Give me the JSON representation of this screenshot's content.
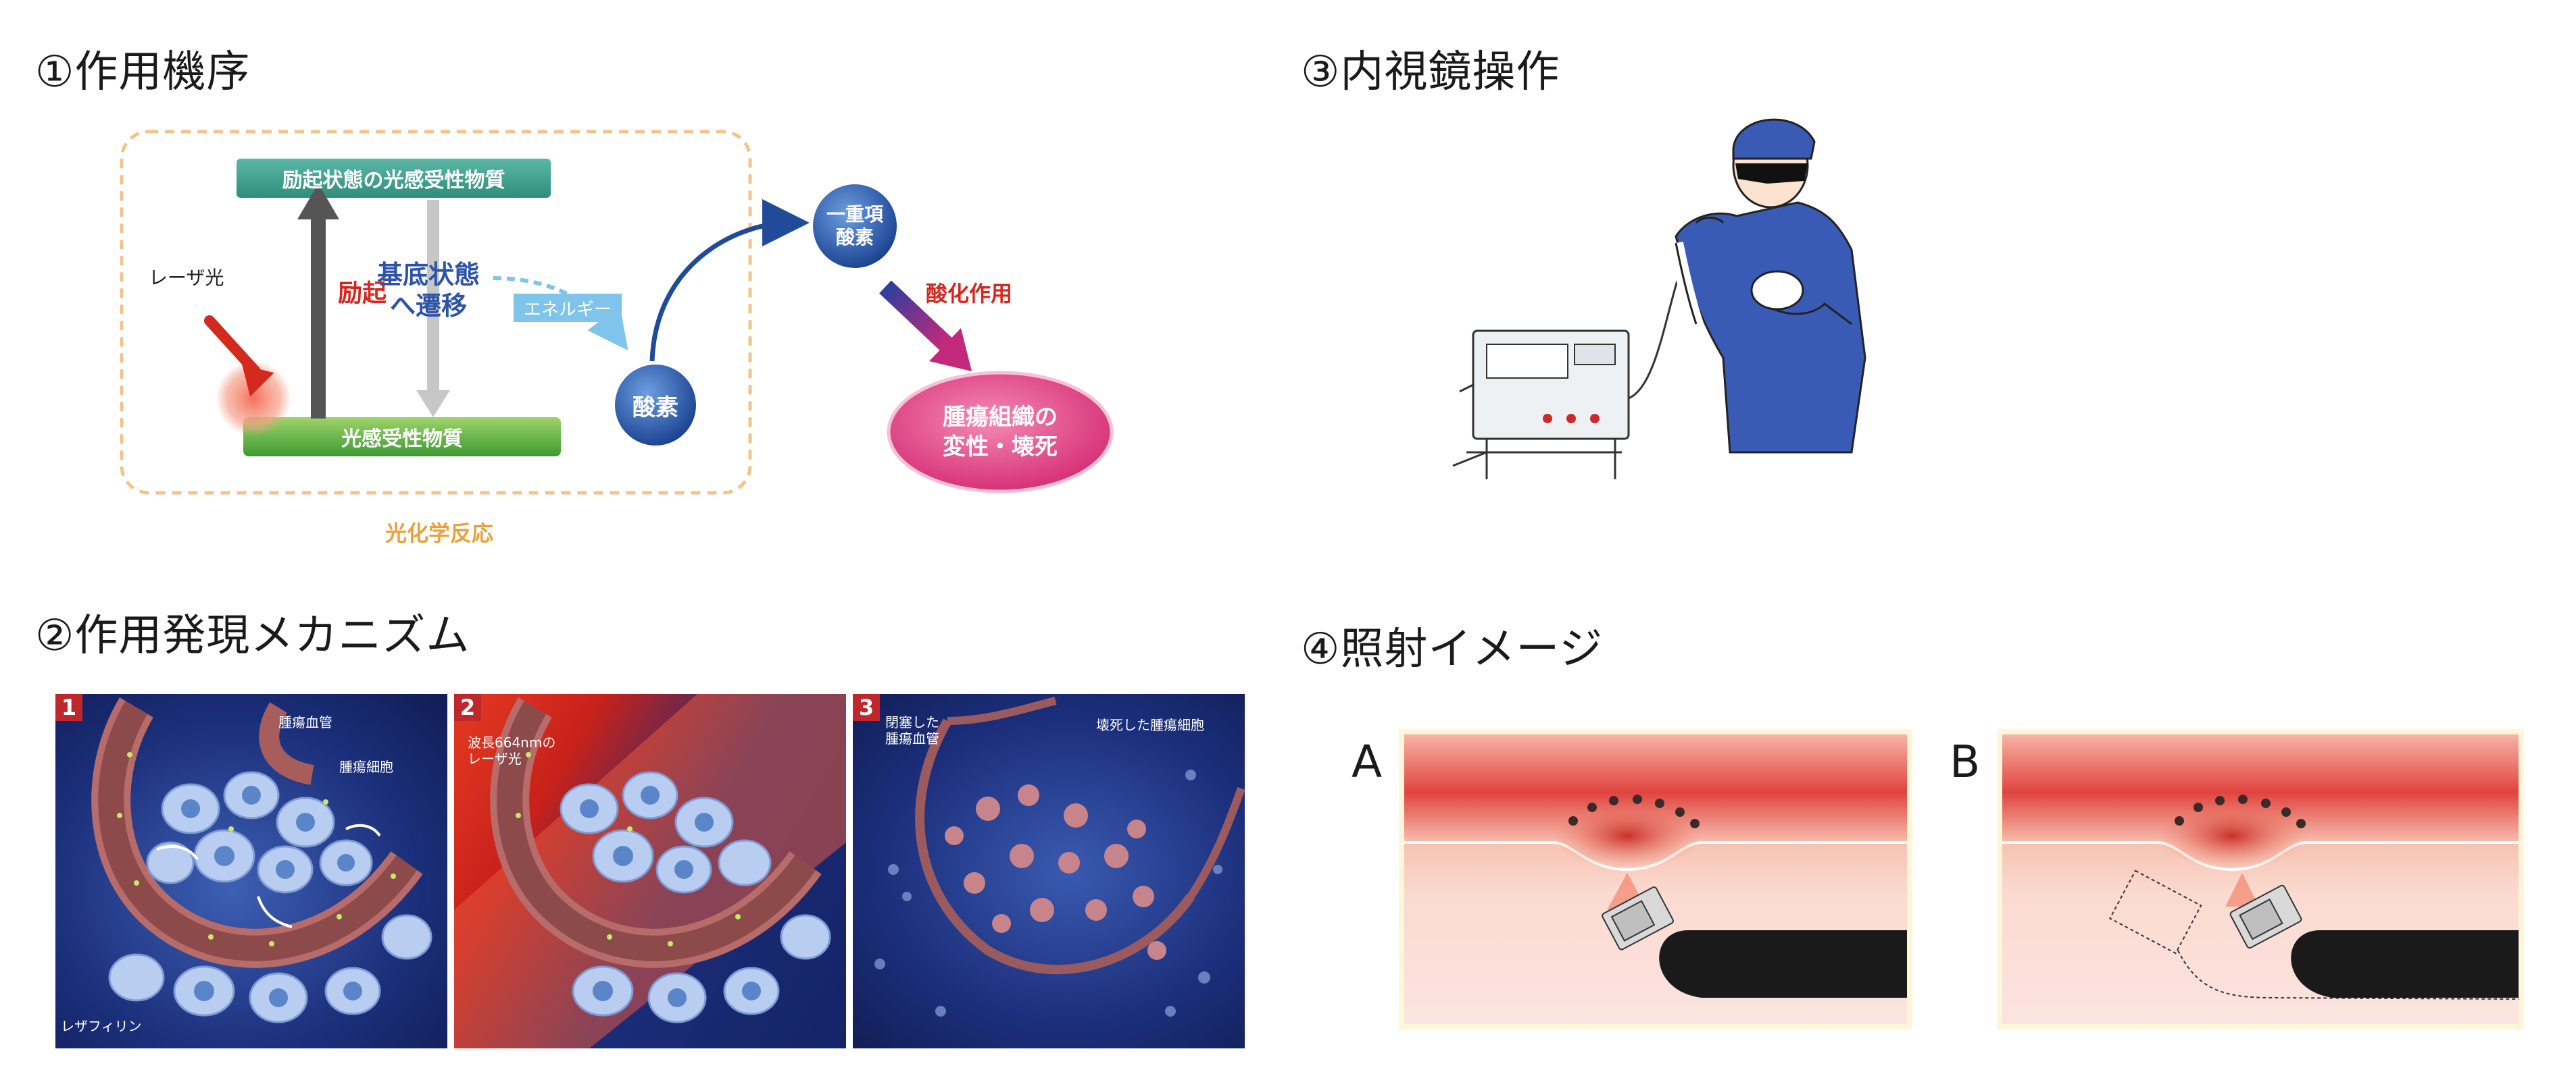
{
  "headings": {
    "mechanism": "①作用機序",
    "expression": "②作用発現メカニズム",
    "endoscope": "③内視鏡操作",
    "irradiation": "④照射イメージ"
  },
  "mechanism": {
    "excited_state": "励起状態の光感受性物質",
    "ground_state": "光感受性物質",
    "laser": "レーザ光",
    "excitation": "励起",
    "transition": "基底状態\nへ遷移",
    "energy": "エネルギー",
    "oxygen": "酸素",
    "singlet_oxygen": "一重項\n酸素",
    "oxidation": "酸化作用",
    "tumor_effect": "腫瘍組織の\n変性・壊死",
    "photochemical": "光化学反応"
  },
  "expression_panels": [
    {
      "num": "1",
      "labels": [
        "腫瘍血管",
        "腫瘍細胞",
        "レザフィリン"
      ]
    },
    {
      "num": "2",
      "labels": [
        "波長664nmの\nレーザ光"
      ]
    },
    {
      "num": "3",
      "labels": [
        "閉塞した\n腫瘍血管",
        "壊死した腫瘍細胞"
      ]
    }
  ],
  "irradiation": {
    "label_a": "A",
    "label_b": "B"
  },
  "colors": {
    "teal": "#3d9c8c",
    "green": "#5aaa3a",
    "red_text": "#d7261e",
    "blue_text": "#2d54a8",
    "orange_dash": "#f0c58a",
    "navy": "#1c3f8a",
    "tumor_pink": "#e34c86"
  }
}
